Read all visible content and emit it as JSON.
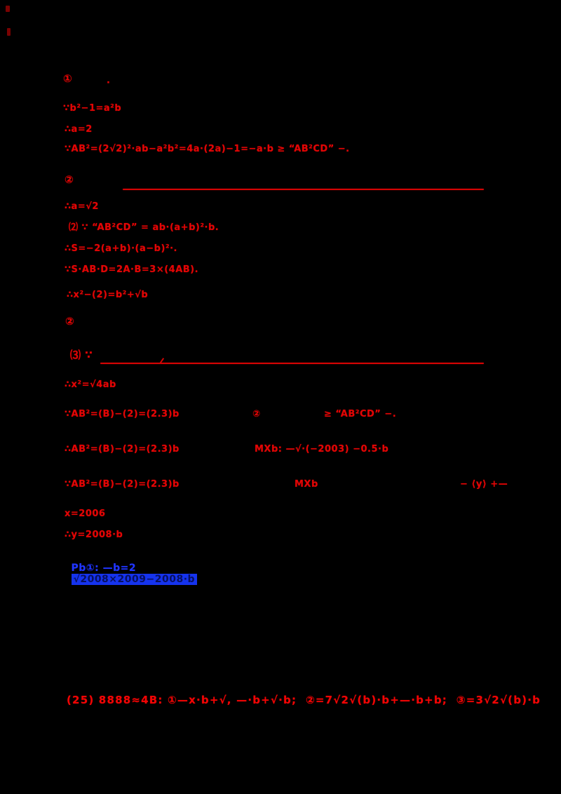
{
  "ink": {
    "red": "#e30505",
    "blue": "#2236ff",
    "highlight_bg": "#1533ee",
    "background": "#000000"
  },
  "lines": [
    {
      "text": "①"
    },
    {
      "text": "·"
    },
    {
      "text": "∵b²−1=a²b"
    },
    {
      "text": "∴a=2"
    },
    {
      "text": "∵AB²=(2√2)²·ab−a²b²=4a·(2a)−1=−a·b ≥ “AB²CD” −."
    },
    {
      "text": "②"
    },
    {
      "text": "∴a=√2"
    },
    {
      "text": "⑵ ∵ “AB²CD” = ab·(a+b)²·b."
    },
    {
      "text": "∴S=−2(a+b)·(a−b)²·."
    },
    {
      "text": "∵S·AB·D=2A·B=3×(4AB)."
    },
    {
      "text": "∴x²−(2)=b²+√b"
    },
    {
      "text": "②"
    },
    {
      "text": "⑶ ∵"
    },
    {
      "text": "∴x²=√4ab"
    },
    {
      "text": "∵AB²=(B)−(2)=(2.3)b"
    },
    {
      "text": "②"
    },
    {
      "text": "≥ “AB²CD” −."
    },
    {
      "text": "∴AB²=(B)−(2)=(2.3)b"
    },
    {
      "text": "MXb: —√·(−2003) −0.5·b"
    },
    {
      "text": "∵AB²=(B)−(2)=(2.3)b"
    },
    {
      "text": "MXb"
    },
    {
      "text": "− ⟨y⟩ +—"
    },
    {
      "text": "x=2006"
    },
    {
      "text": "∴y=2008·b"
    }
  ],
  "highlight_line": {
    "prefix": "Pb①: —b=2",
    "highlighted": "√2008×2009−2008·b"
  },
  "footer": {
    "text": "(25) 8888≈4B: ①—x·b+√, —·b+√·b;  ②=7√2√(b)·b+—·b+b;  ③=3√2√(b)·b"
  }
}
